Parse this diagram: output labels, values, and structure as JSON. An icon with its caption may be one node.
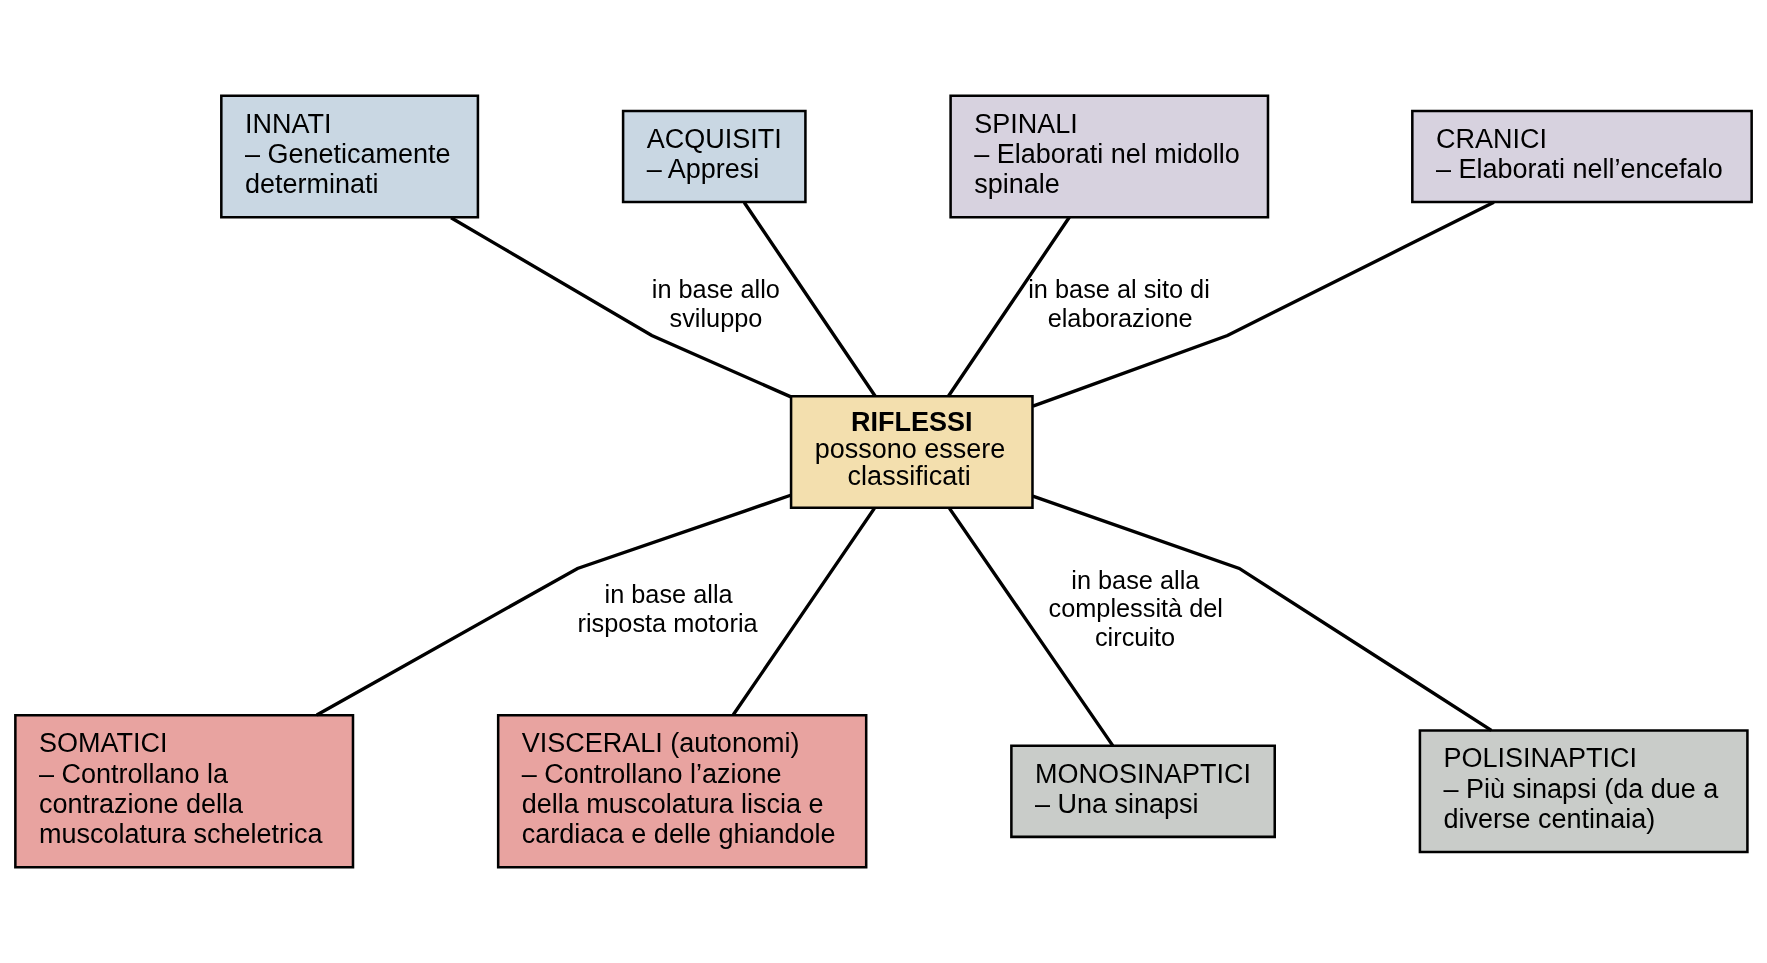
{
  "diagram": {
    "nodes": [
      {
        "text": [
          "RIFLESSI",
          "possono essere classificati"
        ]
      },
      {
        "text": [
          "INNATI",
          "– Geneticamente determinati"
        ]
      },
      {
        "text": [
          "ACQUISITI",
          "– Appresi"
        ]
      },
      {
        "text": [
          "SPINALI",
          "– Elaborati nel midollo spinale"
        ]
      },
      {
        "text": [
          "CRANICI",
          "– Elaborati nell’encefalo"
        ]
      },
      {
        "text": [
          "SOMATICI",
          "– Controllano la contrazione della muscolatura scheletrica"
        ]
      },
      {
        "text": [
          "VISCERALI (autonomi)",
          "– Controllano l’azione della muscolatura liscia e cardiaca e delle ghiandole"
        ]
      },
      {
        "text": [
          "MONOSINAPTICI",
          "– Una sinapsi"
        ]
      },
      {
        "text": [
          "POLISINAPTICI",
          "– Più sinapsi (da due a diverse centinaia)"
        ]
      }
    ],
    "edges": [
      {
        "from": 0,
        "to": 1,
        "arrow": "none",
        "label": "in base allo sviluppo"
      },
      {
        "from": 0,
        "to": 2,
        "arrow": "none"
      },
      {
        "from": 0,
        "to": 3,
        "arrow": "none",
        "label": "in base al sito di elaborazione"
      },
      {
        "from": 0,
        "to": 4,
        "arrow": "none"
      },
      {
        "from": 0,
        "to": 5,
        "arrow": "none",
        "label": "in base alla risposta motoria"
      },
      {
        "from": 0,
        "to": 6,
        "arrow": "none"
      },
      {
        "from": 0,
        "to": 7,
        "arrow": "none",
        "label": "in base alla complessità del circuito"
      },
      {
        "from": 0,
        "to": 8,
        "arrow": "none"
      }
    ]
  }
}
